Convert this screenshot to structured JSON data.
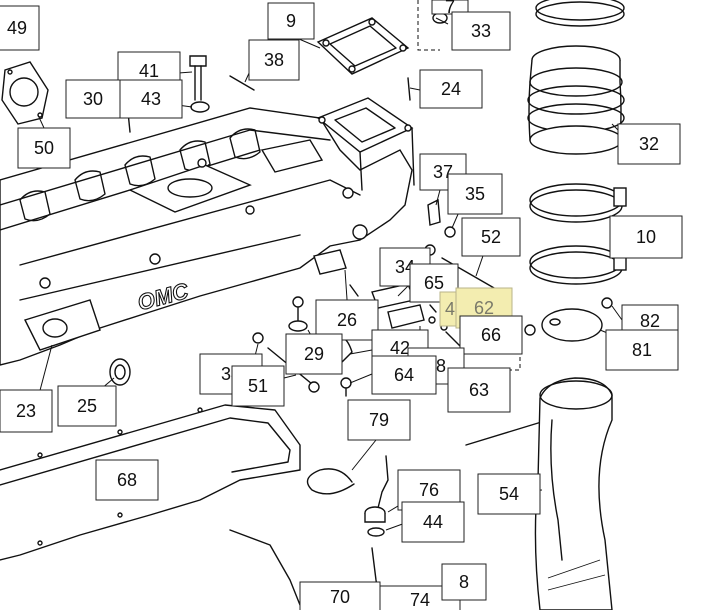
{
  "logo_text": "OMC",
  "callouts": [
    {
      "id": "49",
      "label": "49",
      "highlight": false
    },
    {
      "id": "9",
      "label": "9",
      "highlight": false
    },
    {
      "id": "7",
      "label": "7",
      "highlight": false
    },
    {
      "id": "33",
      "label": "33",
      "highlight": false
    },
    {
      "id": "38",
      "label": "38",
      "highlight": false
    },
    {
      "id": "41",
      "label": "41",
      "highlight": false
    },
    {
      "id": "30",
      "label": "30",
      "highlight": false
    },
    {
      "id": "43",
      "label": "43",
      "highlight": false
    },
    {
      "id": "24",
      "label": "24",
      "highlight": false
    },
    {
      "id": "50",
      "label": "50",
      "highlight": false
    },
    {
      "id": "32",
      "label": "32",
      "highlight": false
    },
    {
      "id": "37",
      "label": "37",
      "highlight": false
    },
    {
      "id": "35",
      "label": "35",
      "highlight": false
    },
    {
      "id": "10",
      "label": "10",
      "highlight": false
    },
    {
      "id": "52",
      "label": "52",
      "highlight": false
    },
    {
      "id": "34a",
      "label": "34",
      "highlight": false
    },
    {
      "id": "65",
      "label": "65",
      "highlight": false
    },
    {
      "id": "45",
      "label": "45",
      "highlight": true
    },
    {
      "id": "62",
      "label": "62",
      "highlight": true
    },
    {
      "id": "26",
      "label": "26",
      "highlight": false
    },
    {
      "id": "66",
      "label": "66",
      "highlight": false
    },
    {
      "id": "82",
      "label": "82",
      "highlight": false
    },
    {
      "id": "81",
      "label": "81",
      "highlight": false
    },
    {
      "id": "29",
      "label": "29",
      "highlight": false
    },
    {
      "id": "42",
      "label": "42",
      "highlight": false
    },
    {
      "id": "78",
      "label": "78",
      "highlight": false
    },
    {
      "id": "34b",
      "label": "34",
      "highlight": false
    },
    {
      "id": "51",
      "label": "51",
      "highlight": false
    },
    {
      "id": "64",
      "label": "64",
      "highlight": false
    },
    {
      "id": "63",
      "label": "63",
      "highlight": false
    },
    {
      "id": "23",
      "label": "23",
      "highlight": false
    },
    {
      "id": "25",
      "label": "25",
      "highlight": false
    },
    {
      "id": "79",
      "label": "79",
      "highlight": false
    },
    {
      "id": "68",
      "label": "68",
      "highlight": false
    },
    {
      "id": "76",
      "label": "76",
      "highlight": false
    },
    {
      "id": "54",
      "label": "54",
      "highlight": false
    },
    {
      "id": "44",
      "label": "44",
      "highlight": false
    },
    {
      "id": "70",
      "label": "70",
      "highlight": false
    },
    {
      "id": "74",
      "label": "74",
      "highlight": false
    },
    {
      "id": "8",
      "label": "8",
      "highlight": false
    }
  ]
}
